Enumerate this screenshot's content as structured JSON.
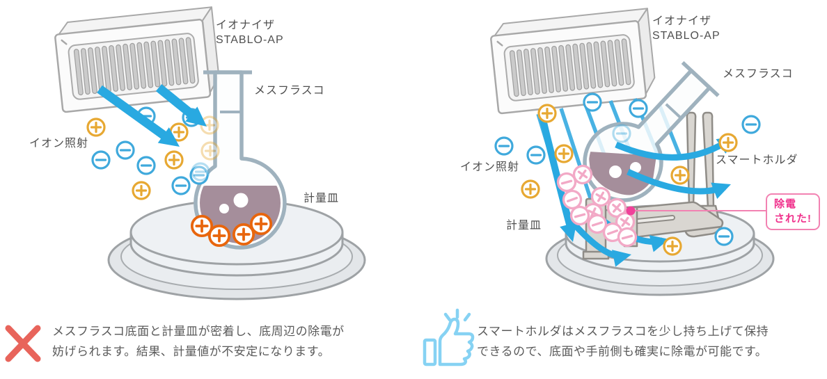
{
  "left_panel": {
    "ionizer_label_line1": "イオナイザ",
    "ionizer_label_line2": "STABLO-AP",
    "flask_label": "メスフラスコ",
    "ion_spray_label": "イオン照射",
    "pan_label": "計量皿",
    "verdict_icon": "x-mark",
    "caption_line1": "メスフラスコ底面と計量皿が密着し、底周辺の除電が",
    "caption_line2": "妨げられます。結果、計量値が不安定になります。"
  },
  "right_panel": {
    "ionizer_label_line1": "イオナイザ",
    "ionizer_label_line2": "STABLO-AP",
    "flask_label": "メスフラスコ",
    "holder_label": "スマートホルダ",
    "ion_spray_label": "イオン照射",
    "pan_label": "計量皿",
    "callout_line1": "除電",
    "callout_line2": "された!",
    "verdict_icon": "thumbs-up",
    "caption_line1": "スマートホルダはメスフラスコを少し持ち上げて保持",
    "caption_line2": "できるので、底面や手前側も確実に除電が可能です。"
  },
  "colors": {
    "positive_ion": "#E7A832",
    "negative_ion": "#3FA9DC",
    "residual_charge_ion": "#E8650D",
    "neutralized_ion": "#F2A9C6",
    "ion_stream_blue": "#29A9E1",
    "bad_mark_red": "#E8645B",
    "good_mark_blue": "#86D2F3",
    "callout_pink": "#F0318C",
    "flask_outline": "#9FB2BE",
    "liquid_mauve": "#A58E9B"
  }
}
